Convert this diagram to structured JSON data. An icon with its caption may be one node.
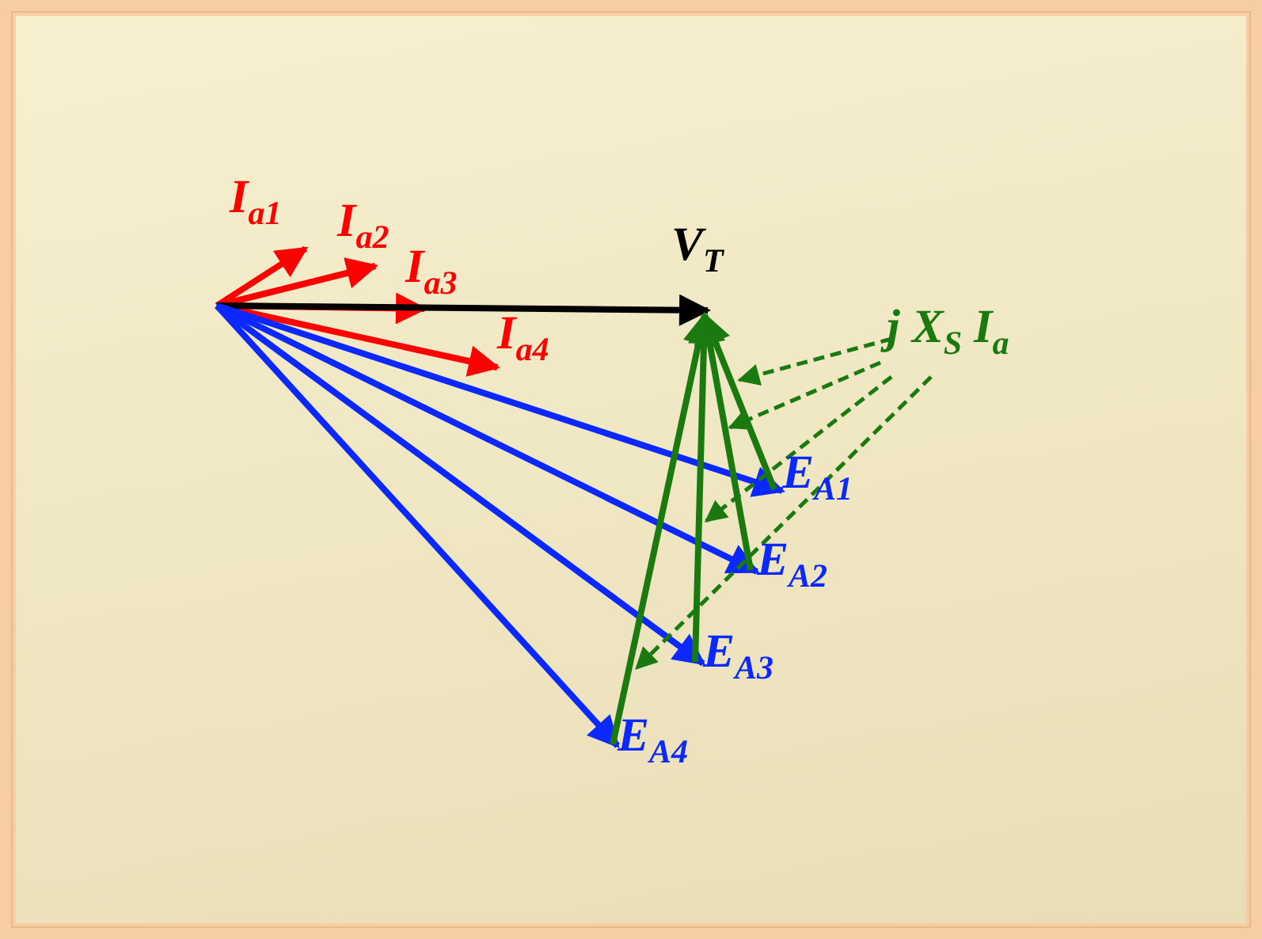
{
  "diagram": {
    "nodes": [
      {
        "text": [
          "I$_{a1}$"
        ]
      },
      {
        "text": [
          "I$_{a2}$"
        ]
      },
      {
        "text": [
          "I$_{a3}$"
        ]
      },
      {
        "text": [
          "I$_{a4}$"
        ]
      },
      {
        "text": [
          "V$_{T}$"
        ]
      },
      {
        "text": [
          "E$_{A1}$"
        ]
      },
      {
        "text": [
          "E$_{A2}$"
        ]
      },
      {
        "text": [
          "E$_{A3}$"
        ]
      },
      {
        "text": [
          "E$_{A4}$"
        ]
      },
      {
        "text": [
          "j X$_{S}$ I$_{a}$"
        ]
      }
    ],
    "edges": [
      {
        "from": null,
        "to": 0,
        "arrow": "to",
        "color": "#ff0000"
      },
      {
        "from": null,
        "to": 1,
        "arrow": "to",
        "color": "#ff0000"
      },
      {
        "from": null,
        "to": 2,
        "arrow": "to",
        "color": "#ff0000"
      },
      {
        "from": null,
        "to": 3,
        "arrow": "to",
        "color": "#ff0000"
      },
      {
        "from": null,
        "to": 4,
        "arrow": "to",
        "color": "#000000"
      },
      {
        "from": null,
        "to": 5,
        "arrow": "to",
        "color": "#0a28ff"
      },
      {
        "from": null,
        "to": 6,
        "arrow": "to",
        "color": "#0a28ff"
      },
      {
        "from": null,
        "to": 7,
        "arrow": "to",
        "color": "#0a28ff"
      },
      {
        "from": null,
        "to": 8,
        "arrow": "to",
        "color": "#0a28ff"
      },
      {
        "from": 5,
        "to": 4,
        "arrow": "to",
        "color": "#1a7a10"
      },
      {
        "from": 6,
        "to": 4,
        "arrow": "to",
        "color": "#1a7a10"
      },
      {
        "from": 7,
        "to": 4,
        "arrow": "to",
        "color": "#1a7a10"
      },
      {
        "from": 8,
        "to": 4,
        "arrow": "to",
        "color": "#1a7a10"
      },
      {
        "from": 9,
        "to": null,
        "arrow": "to",
        "style": "dashed",
        "color": "#1a7a10"
      },
      {
        "from": 9,
        "to": 5,
        "arrow": "to",
        "style": "dashed",
        "color": "#1a7a10"
      },
      {
        "from": 9,
        "to": 6,
        "arrow": "to",
        "style": "dashed",
        "color": "#1a7a10"
      },
      {
        "from": 9,
        "to": 8,
        "arrow": "to",
        "style": "dashed",
        "color": "#1a7a10"
      }
    ]
  }
}
